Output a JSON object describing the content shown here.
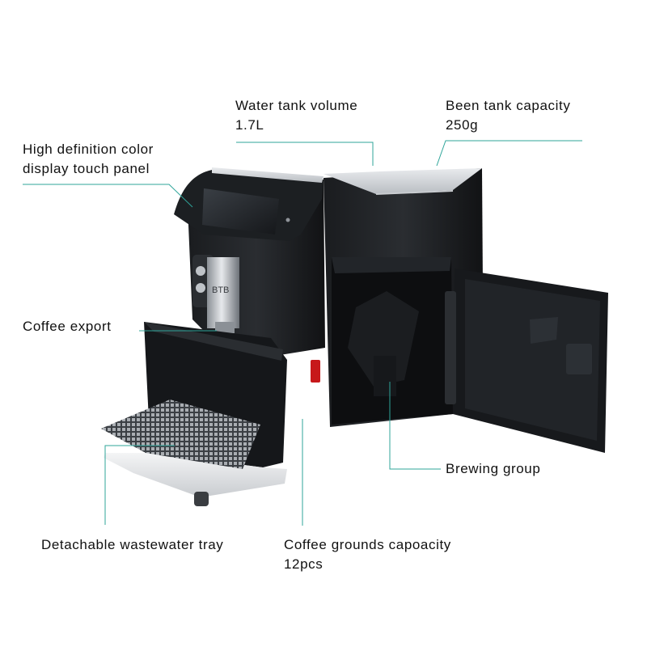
{
  "accent_color": "#2fa59a",
  "labels": {
    "water_tank": {
      "line1": "Water tank volume",
      "line2": "1.7L"
    },
    "bean_tank": {
      "line1": "Been tank capacity",
      "line2": "250g"
    },
    "touch_panel": {
      "line1": "High definition color",
      "line2": "display touch panel"
    },
    "coffee_export": {
      "line1": "Coffee export"
    },
    "brewing_group": {
      "line1": "Brewing group"
    },
    "wastewater_tray": {
      "line1": "Detachable wastewater tray"
    },
    "grounds_capacity": {
      "line1": "Coffee grounds capoacity",
      "line2": "12pcs"
    }
  },
  "machine": {
    "brand_mark": "BTB"
  }
}
